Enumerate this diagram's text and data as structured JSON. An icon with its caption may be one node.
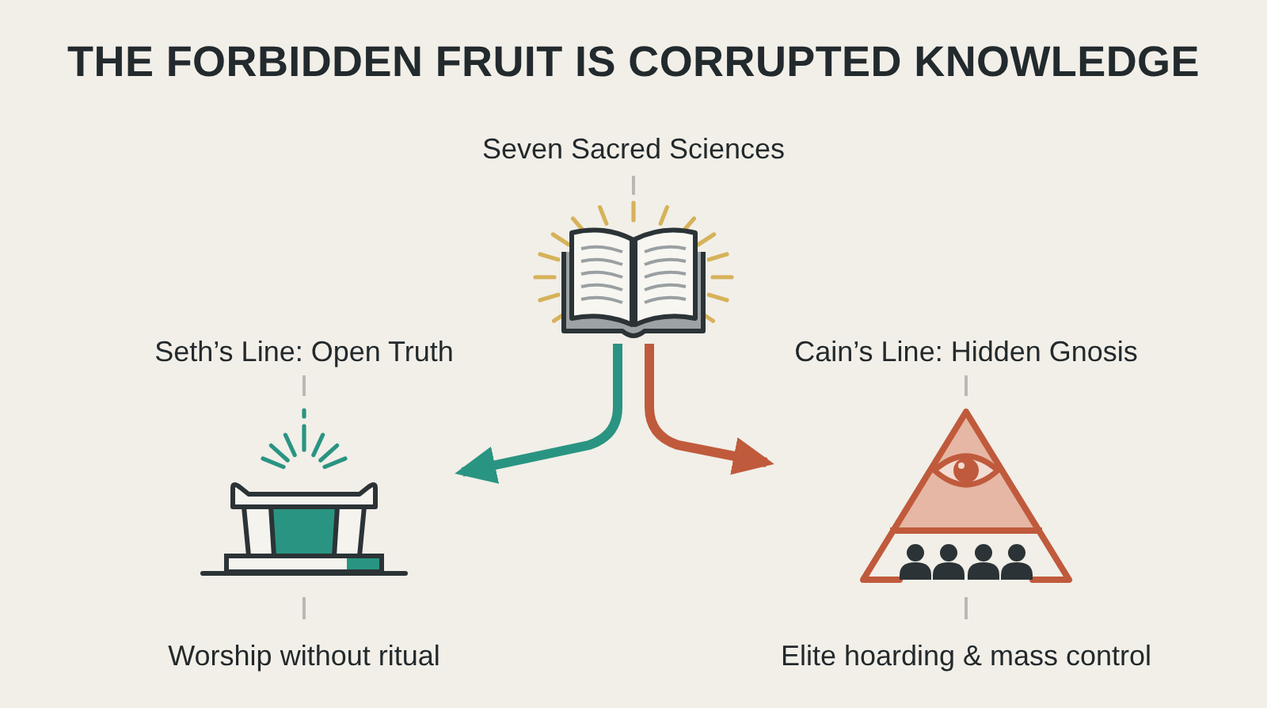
{
  "diagram": {
    "title": "THE FORBIDDEN FRUIT IS CORRUPTED KNOWLEDGE",
    "nodes": [
      {
        "text": [
          "Seven Sacred Sciences"
        ]
      },
      {
        "text": [
          "Seth’s Line: Open Truth",
          "Worship without ritual"
        ]
      },
      {
        "text": [
          "Cain’s Line: Hidden Gnosis",
          "Elite hoarding & mass control"
        ]
      }
    ],
    "edges": [
      {
        "from": 0,
        "to": 1,
        "arrow": "to",
        "color": "#2a9482"
      },
      {
        "from": 0,
        "to": 2,
        "arrow": "to",
        "color": "#c05a3c"
      }
    ]
  }
}
